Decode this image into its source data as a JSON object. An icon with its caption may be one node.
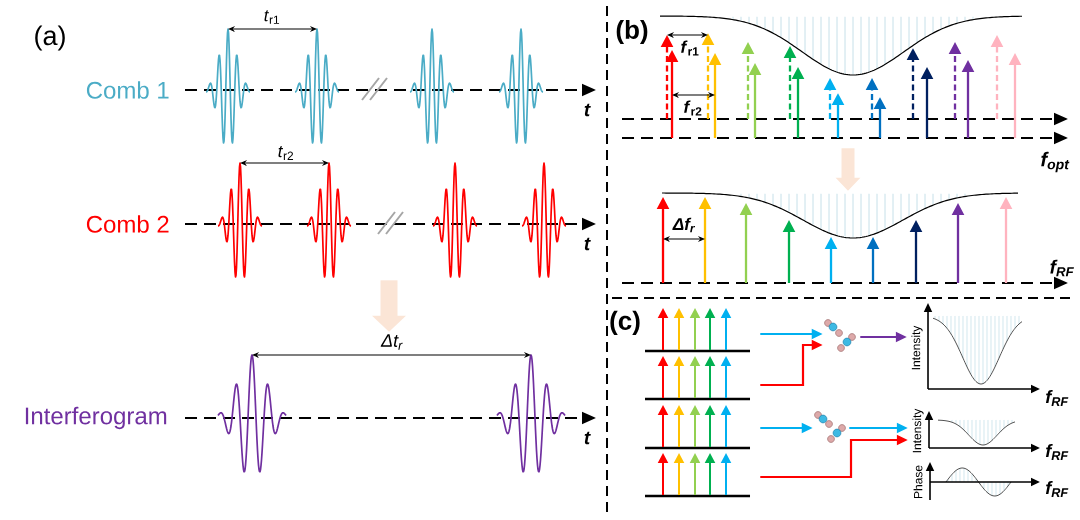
{
  "diagram": {
    "nodes": [
      {
        "text": [
          "Comb 1",
          "*t*$_{r1}$",
          "t"
        ]
      },
      {
        "text": [
          "Comb 2",
          "*t*$_{r2}$",
          "t"
        ]
      },
      {
        "text": [
          "Interferogram",
          "Δt$_{r}$",
          "t"
        ]
      },
      {
        "text": [
          "*f*$_{r1}$",
          "*f*$_{r2}$"
        ]
      },
      {
        "text": [
          "Δf$_{r}$",
          "f$_{RF}$"
        ]
      },
      {
        "text": [],
        "shape": "picture"
      },
      {
        "text": [],
        "shape": "picture"
      },
      {
        "text": [],
        "shape": "picture"
      },
      {
        "text": [
          "Intensity",
          "f$_{RF}$"
        ]
      },
      {
        "text": [],
        "shape": "picture"
      },
      {
        "text": [],
        "shape": "picture"
      },
      {
        "text": [],
        "shape": "picture"
      },
      {
        "text": [
          "Intensity",
          "f$_{RF}$"
        ]
      },
      {
        "text": [
          "Phase",
          "f$_{RF}$"
        ]
      }
    ],
    "edges": [
      {
        "from": 1,
        "to": 2,
        "arrow": "to",
        "style": "thick",
        "color": "#fbe5d6"
      },
      {
        "from": 3,
        "to": 4,
        "arrow": "to",
        "style": "thick",
        "color": "#fbe5d6"
      },
      {
        "from": 5,
        "to": 7,
        "arrow": "to",
        "color": "#00b0f0"
      },
      {
        "from": 6,
        "to": 7,
        "arrow": "to",
        "color": "#ff0000"
      },
      {
        "from": 7,
        "to": 8,
        "arrow": "to",
        "color": "#7030a0"
      },
      {
        "from": 9,
        "to": 11,
        "arrow": "to",
        "color": "#00b0f0"
      },
      {
        "from": 11,
        "to": 12,
        "arrow": "to",
        "color": "#00b0f0"
      },
      {
        "from": 10,
        "to": 12,
        "arrow": "to",
        "color": "#ff0000"
      }
    ],
    "labels": [
      "(a)",
      "(b)",
      "f$_{opt}$",
      "(c)"
    ]
  }
}
